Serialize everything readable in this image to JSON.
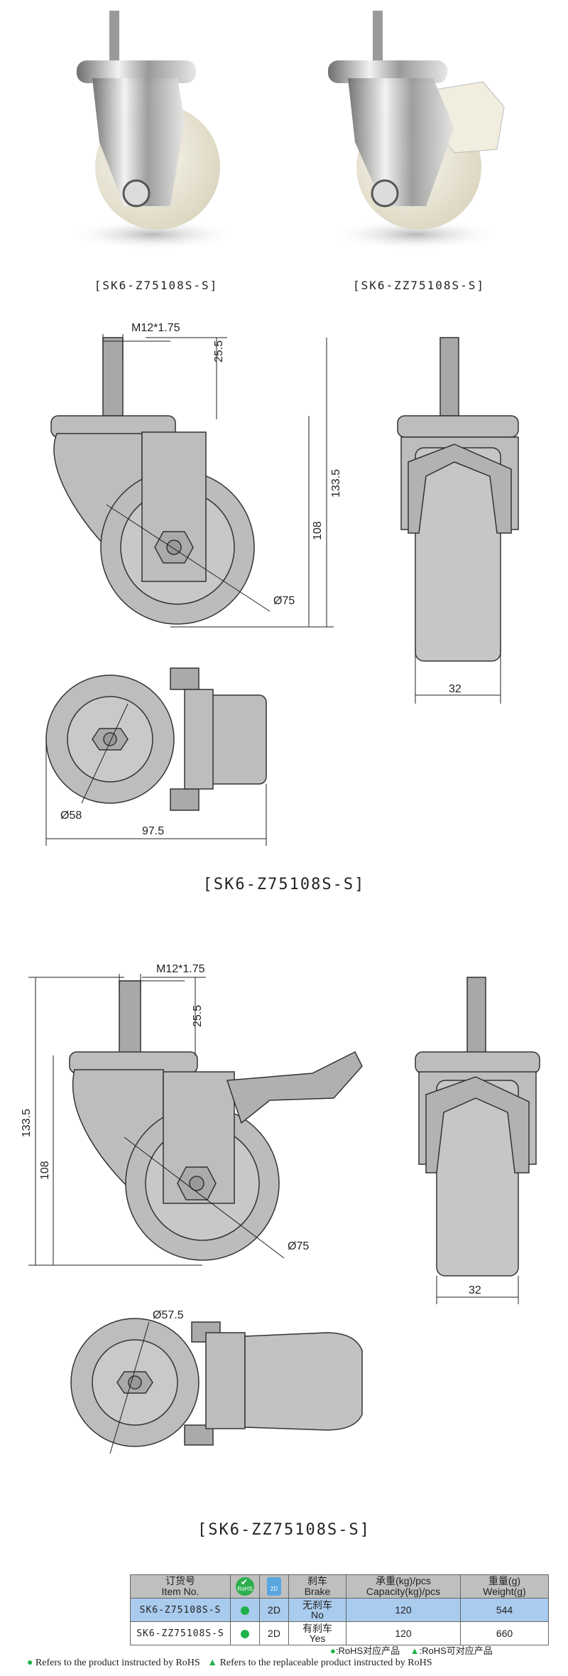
{
  "photos": {
    "left_caption": "[SK6-Z75108S-S]",
    "right_caption": "[SK6-ZZ75108S-S]"
  },
  "drawing1": {
    "thread_label": "M12*1.75",
    "stem_height": "25.5",
    "total_height": "133.5",
    "body_height": "108",
    "wheel_diameter": "Ø75",
    "wheel_width": "32",
    "plate_diameter": "Ø58",
    "length": "97.5",
    "caption": "[SK6-Z75108S-S]"
  },
  "drawing2": {
    "thread_label": "M12*1.75",
    "stem_height": "25.5",
    "total_height": "133.5",
    "body_height": "108",
    "wheel_diameter": "Ø75",
    "wheel_width": "32",
    "plate_diameter": "Ø57.5",
    "caption": "[SK6-ZZ75108S-S]"
  },
  "table": {
    "headers": {
      "item_cn": "订货号",
      "item_en": "Item No.",
      "rohs_label": "RoHS",
      "file_label": "2D",
      "brake_cn": "刹车",
      "brake_en": "Brake",
      "capacity_cn": "承重(kg)/pcs",
      "capacity_en": "Capacity(kg)/pcs",
      "weight_cn": "重量(g)",
      "weight_en": "Weight(g)"
    },
    "rows": [
      {
        "item": "SK6-Z75108S-S",
        "file": "2D",
        "brake_cn": "无刹车",
        "brake_en": "No",
        "capacity": "120",
        "weight": "544"
      },
      {
        "item": "SK6-ZZ75108S-S",
        "file": "2D",
        "brake_cn": "有刹车",
        "brake_en": "Yes",
        "capacity": "120",
        "weight": "660"
      }
    ]
  },
  "legend": {
    "rohs_cn": ":RoHS对应产品",
    "replace_cn": ":RoHS可对应产品",
    "rohs_en": "Refers to the product instructed by RoHS",
    "replace_en": "Refers to the replaceable product instructed by RoHS"
  },
  "colors": {
    "rohs_green": "#1fb24a",
    "highlight_blue": "#a9cbed",
    "part_gray": "#bdbdbd",
    "wheel_cream": "#efeadb"
  }
}
